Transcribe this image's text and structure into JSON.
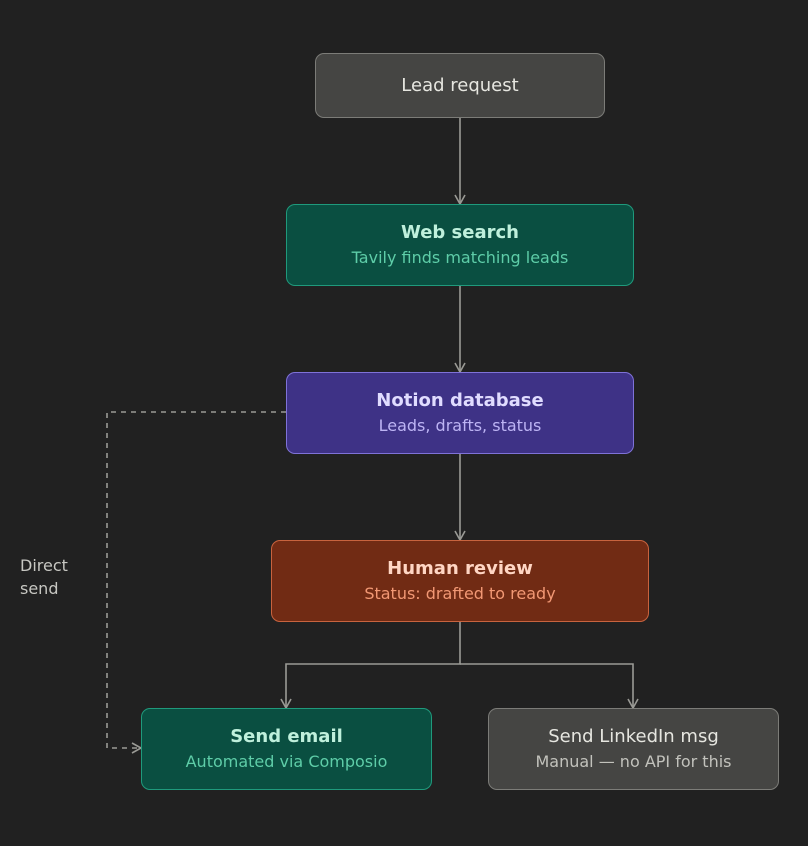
{
  "diagram": {
    "nodes": {
      "lead_request": {
        "title": "Lead request"
      },
      "web_search": {
        "title": "Web search",
        "subtitle": "Tavily finds matching leads"
      },
      "notion_database": {
        "title": "Notion database",
        "subtitle": "Leads, drafts, status"
      },
      "human_review": {
        "title": "Human review",
        "subtitle": "Status: drafted to ready"
      },
      "send_email": {
        "title": "Send email",
        "subtitle": "Automated via Composio"
      },
      "send_linkedin": {
        "title": "Send LinkedIn msg",
        "subtitle": "Manual — no API for this"
      }
    },
    "edges": [
      {
        "from": "lead_request",
        "to": "web_search",
        "style": "solid"
      },
      {
        "from": "web_search",
        "to": "notion_database",
        "style": "solid"
      },
      {
        "from": "notion_database",
        "to": "human_review",
        "style": "solid"
      },
      {
        "from": "human_review",
        "to": "send_email",
        "style": "solid"
      },
      {
        "from": "human_review",
        "to": "send_linkedin",
        "style": "solid"
      },
      {
        "from": "notion_database",
        "to": "send_email",
        "style": "dashed",
        "label_lines": [
          "Direct",
          "send"
        ]
      }
    ],
    "colors": {
      "background": "#212121",
      "neutral_fill": "#454543",
      "teal_fill": "#0a4f41",
      "purple_fill": "#3e3286",
      "orange_fill": "#712b14",
      "connector": "#9a9a95"
    }
  }
}
